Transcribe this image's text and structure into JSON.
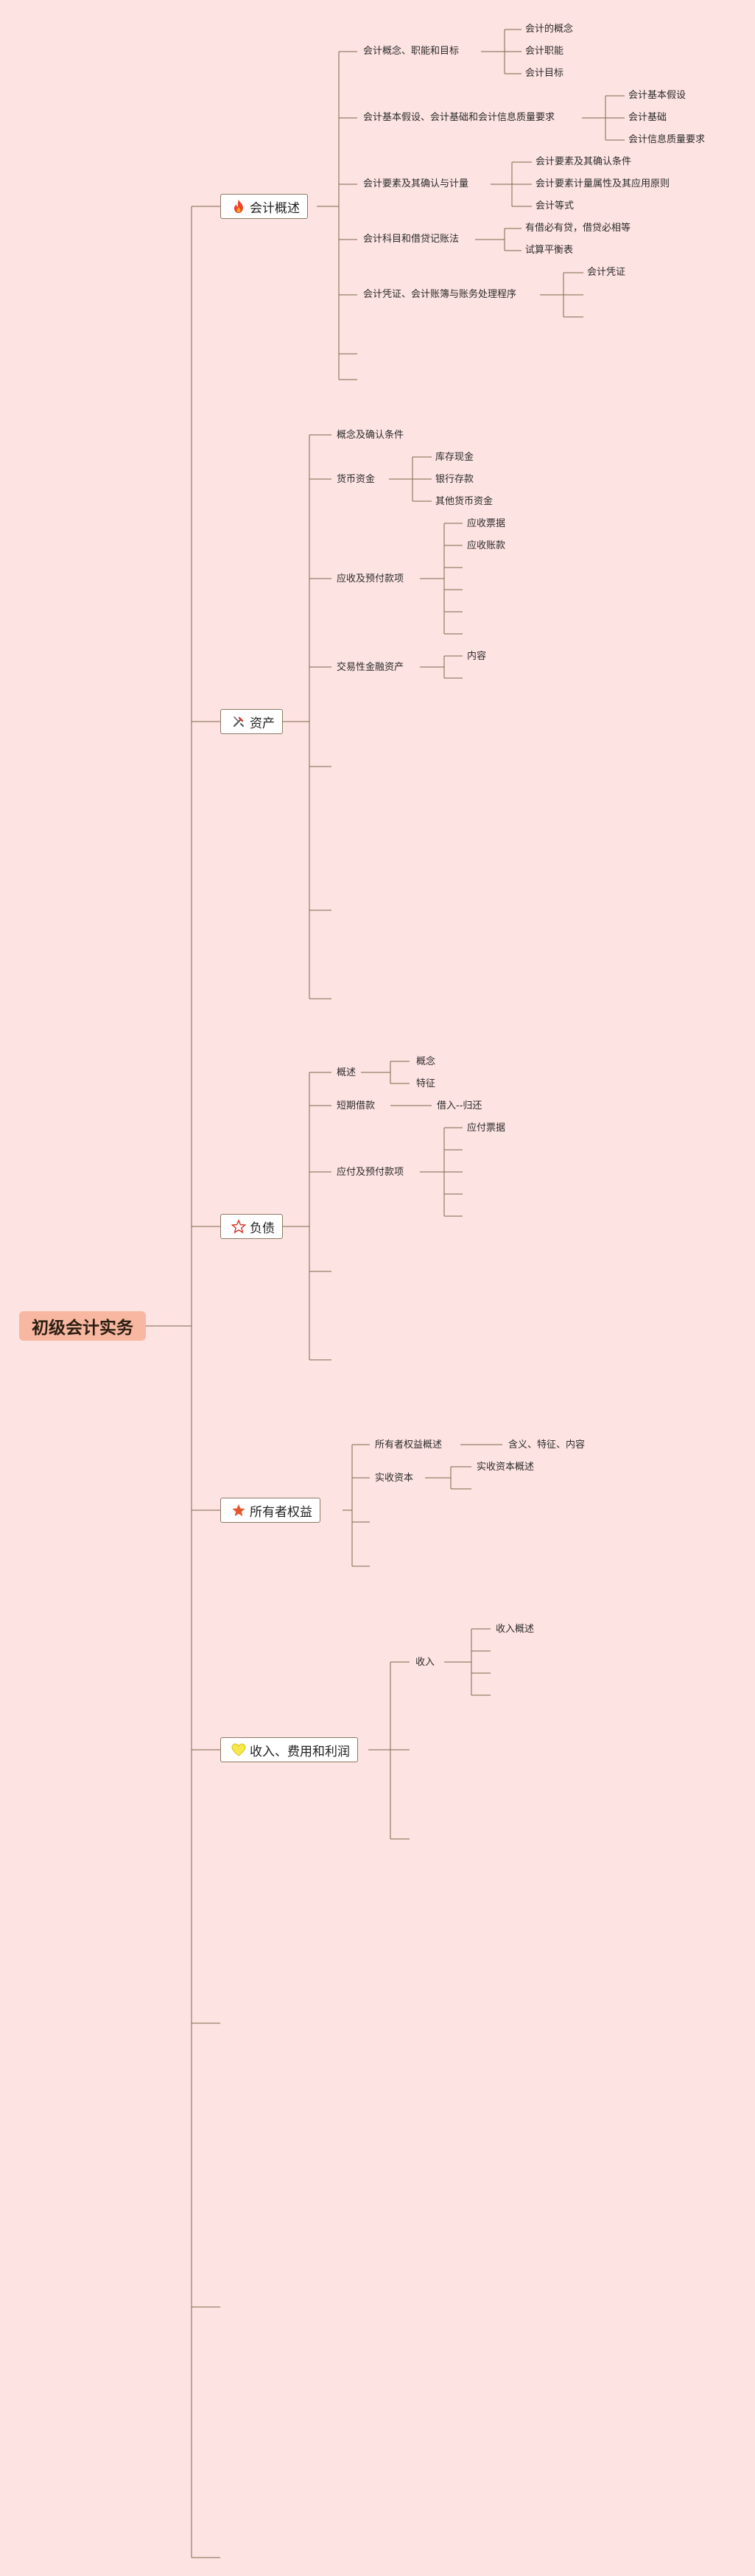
{
  "title": "初级会计实务",
  "colors": {
    "background": "#fde3e2",
    "root_fill": "#f8b7a1",
    "line": "#7a6a4a"
  },
  "topics": [
    {
      "label": "会计概述",
      "icon": "fire-icon"
    },
    {
      "label": "资产",
      "icon": "tools-icon"
    },
    {
      "label": "负债",
      "icon": "star-outline-icon"
    },
    {
      "label": "所有者权益",
      "icon": "star-filled-icon"
    },
    {
      "label": "收入、费用和利润",
      "icon": "heart-icon"
    }
  ],
  "t1": {
    "c1": "会计概念、职能和目标",
    "c1_items": [
      "会计的概念",
      "会计职能",
      "会计目标"
    ],
    "c2": "会计基本假设、会计基础和会计信息质量要求",
    "c2_items": [
      "会计基本假设",
      "会计基础",
      "会计信息质量要求"
    ],
    "c3": "会计要素及其确认与计量",
    "c3_items": [
      "会计要素及其确认条件",
      "会计要素计量属性及其应用原则",
      "会计等式"
    ],
    "c4": "会计科目和借贷记账法",
    "c4_items": [
      "有借必有贷，借贷必相等",
      "试算平衡表"
    ],
    "c5": "会计凭证、会计账簿与账务处理程序",
    "c5_items": [
      "会计凭证"
    ]
  },
  "t2": {
    "c1": "概念及确认条件",
    "c2": "货币资金",
    "c2_items": [
      "库存现金",
      "银行存款",
      "其他货币资金"
    ],
    "c3": "应收及预付款项",
    "c3_items": [
      "应收票据",
      "应收账款"
    ],
    "c4": "交易性金融资产",
    "c4_items": [
      "内容"
    ]
  },
  "t3": {
    "c1": "概述",
    "c1_items": [
      "概念",
      "特征"
    ],
    "c2": "短期借款",
    "c2_items": [
      "借入--归还"
    ],
    "c3": "应付及预付款项",
    "c3_items": [
      "应付票据"
    ]
  },
  "t4": {
    "c1": "所有者权益概述",
    "c1_items": [
      "含义、特征、内容"
    ],
    "c2": "实收资本",
    "c2_items": [
      "实收资本概述"
    ]
  },
  "t5": {
    "c1": "收入",
    "c1_items": [
      "收入概述"
    ]
  }
}
